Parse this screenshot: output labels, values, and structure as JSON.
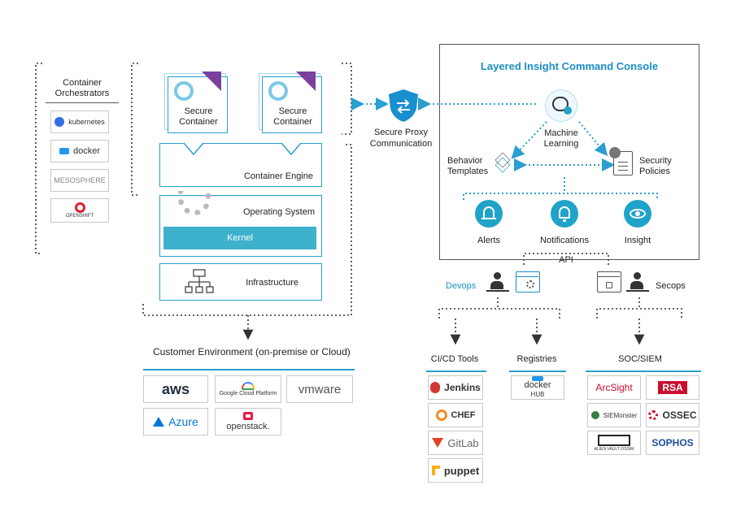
{
  "orchestrators": {
    "title": "Container Orchestrators",
    "items": [
      "kubernetes",
      "docker",
      "MESOSPHERE",
      "OPENSHIFT"
    ]
  },
  "containers": [
    {
      "label": "Secure Container"
    },
    {
      "label": "Secure Container"
    }
  ],
  "stack": {
    "engine": "Container Engine",
    "os": "Operating System",
    "kernel": "Kernel",
    "infra": "Infrastructure"
  },
  "customer_env": {
    "title": "Customer Environment (on-premise or Cloud)",
    "clouds": [
      "aws",
      "Google Cloud Platform",
      "vmware",
      "Azure",
      "openstack."
    ]
  },
  "proxy": {
    "label": "Secure Proxy Communication"
  },
  "console": {
    "title": "Layered Insight Command Console",
    "ml": "Machine Learning",
    "behavior": "Behavior Templates",
    "security": "Security Policies",
    "alerts": "Alerts",
    "notifications": "Notifications",
    "insight": "Insight"
  },
  "api": "API",
  "devops": "Devops",
  "secops": "Secops",
  "cicd": {
    "title": "CI/CD Tools",
    "items": [
      "Jenkins",
      "CHEF",
      "GitLab",
      "puppet"
    ]
  },
  "registries": {
    "title": "Registries",
    "items": [
      "docker",
      "HUB"
    ]
  },
  "soc": {
    "title": "SOC/SIEM",
    "items": [
      "ArcSight",
      "RSA",
      "SIEMonster",
      "OSSEC",
      "ALIEN VAULT OSSIM",
      "SOPHOS"
    ]
  },
  "colors": {
    "accent": "#2a9fd0",
    "teal": "#1fa3c8",
    "purple": "#7b3fa0"
  }
}
